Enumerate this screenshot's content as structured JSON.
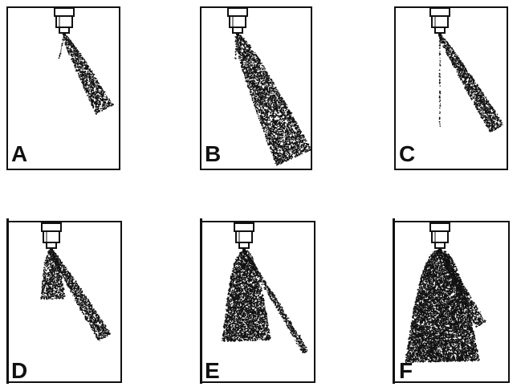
{
  "figure": {
    "panels": [
      {
        "label": "A"
      },
      {
        "label": "B"
      },
      {
        "label": "C"
      },
      {
        "label": "D"
      },
      {
        "label": "E"
      },
      {
        "label": "F"
      }
    ]
  }
}
